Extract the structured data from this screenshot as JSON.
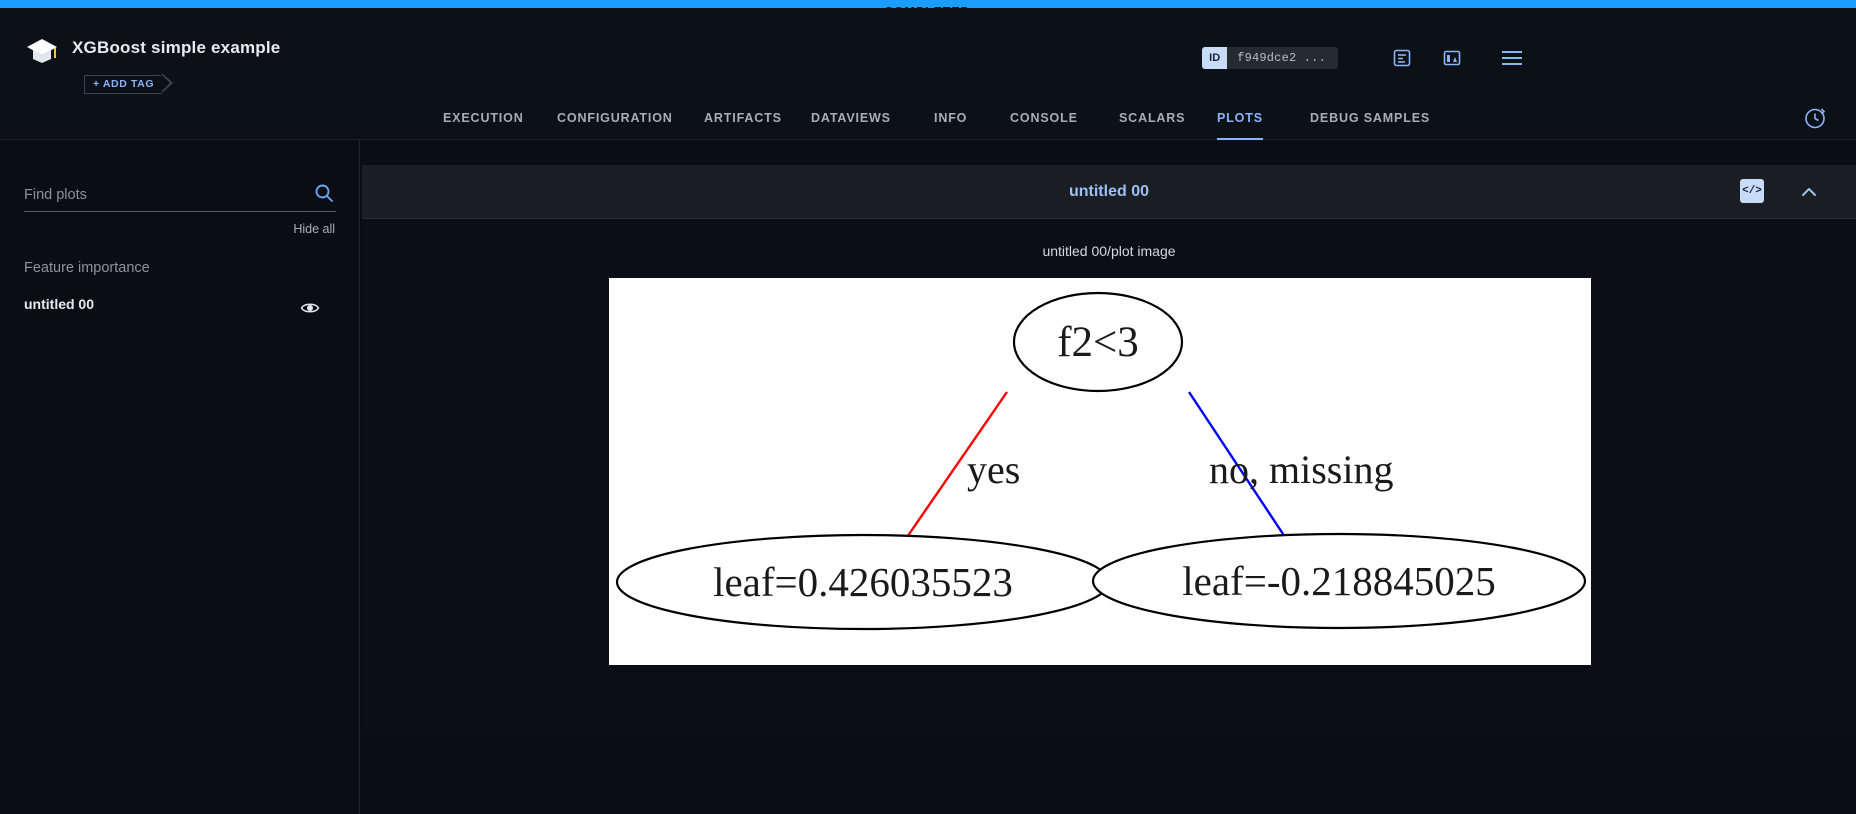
{
  "status": {
    "label": "COMPLETED",
    "color": "#1a9dfc"
  },
  "header": {
    "logo_icon": "graduation-cap-icon",
    "project_title": "XGBoost simple example",
    "add_tag_label": "+ ADD TAG",
    "id_chip": {
      "label": "ID",
      "value": "f949dce2 ..."
    },
    "icons": [
      {
        "name": "report-icon",
        "glyph": "report"
      },
      {
        "name": "compare-icon",
        "glyph": "compare"
      },
      {
        "name": "hamburger-menu-icon",
        "glyph": "menu"
      }
    ]
  },
  "tabs": [
    {
      "label": "EXECUTION",
      "active": false
    },
    {
      "label": "CONFIGURATION",
      "active": false
    },
    {
      "label": "ARTIFACTS",
      "active": false
    },
    {
      "label": "DATAVIEWS",
      "active": false
    },
    {
      "label": "INFO",
      "active": false
    },
    {
      "label": "CONSOLE",
      "active": false
    },
    {
      "label": "SCALARS",
      "active": false
    },
    {
      "label": "PLOTS",
      "active": true
    },
    {
      "label": "DEBUG SAMPLES",
      "active": false
    }
  ],
  "tab_right_icon": "history-clock-icon",
  "sidebar": {
    "search_placeholder": "Find plots",
    "search_value": "",
    "search_icon": "search-icon",
    "hide_all_label": "Hide all",
    "group_title": "Feature importance",
    "items": [
      {
        "label": "untitled 00",
        "visibility_icon": "eye-icon"
      }
    ]
  },
  "plot_panel": {
    "title": "untitled 00",
    "code_icon": "code-brackets-icon",
    "code_icon_label": "</>",
    "collapse_icon": "chevron-up-icon",
    "image_caption": "untitled 00/plot image"
  },
  "chart_data": {
    "type": "diagram",
    "subtype": "decision-tree",
    "title": "untitled 00/plot image",
    "background": "#ffffff",
    "nodes": [
      {
        "id": "root",
        "label": "f2<3",
        "shape": "ellipse",
        "role": "split"
      },
      {
        "id": "left",
        "label": "leaf=0.426035523",
        "shape": "ellipse",
        "role": "leaf",
        "value": 0.426035523
      },
      {
        "id": "right",
        "label": "leaf=-0.218845025",
        "shape": "ellipse",
        "role": "leaf",
        "value": -0.218845025
      }
    ],
    "edges": [
      {
        "from": "root",
        "to": "left",
        "label": "yes",
        "color": "#ff0000"
      },
      {
        "from": "root",
        "to": "right",
        "label": "no, missing",
        "color": "#0000ff"
      }
    ]
  }
}
